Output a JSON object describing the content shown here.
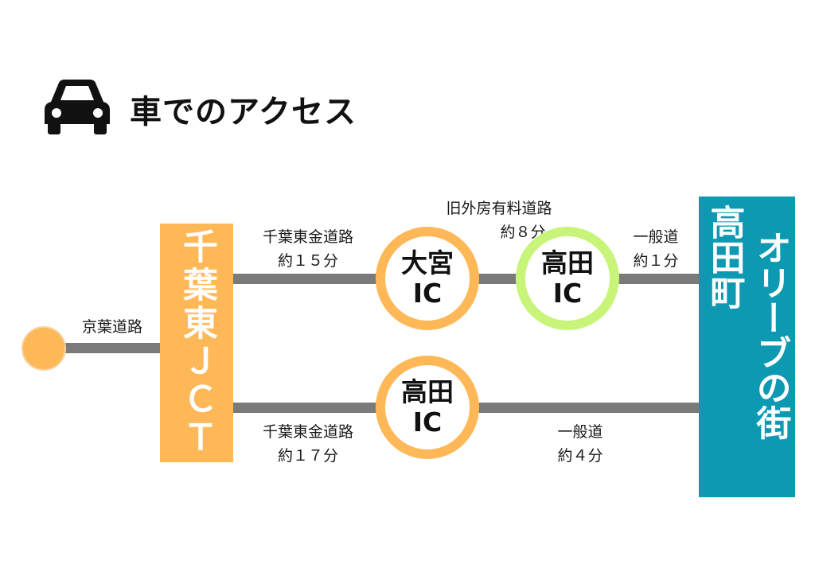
{
  "header": {
    "title": "車でのアクセス"
  },
  "icons": {
    "car": "car-icon"
  },
  "colors": {
    "orange": "#ffb857",
    "green": "#c8f579",
    "teal": "#0e99b3",
    "road": "#7a7a7a"
  },
  "nodes": {
    "jct": "千葉東ＪＣＴ",
    "ic_oomiya": [
      "大宮",
      "IC"
    ],
    "ic_takata_upper": [
      "高田",
      "IC"
    ],
    "ic_takata_lower": [
      "高田",
      "IC"
    ],
    "destination": {
      "line1": "オリーブの街",
      "line2": "高田町"
    }
  },
  "routes": {
    "start_road": "京葉道路",
    "upper_seg1": {
      "road": "千葉東金道路",
      "time": "約１５分"
    },
    "upper_seg2": {
      "road": "旧外房有料道路",
      "time": "約８分"
    },
    "upper_seg3": {
      "road": "一般道",
      "time": "約１分"
    },
    "lower_seg1": {
      "road": "千葉東金道路",
      "time": "約１７分"
    },
    "lower_seg2": {
      "road": "一般道",
      "time": "約４分"
    }
  }
}
